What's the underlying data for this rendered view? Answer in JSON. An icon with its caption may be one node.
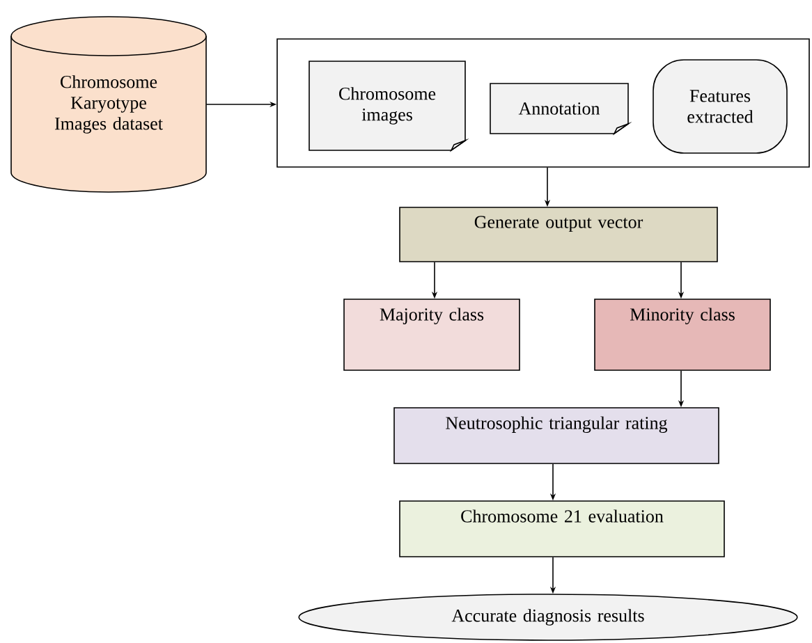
{
  "diagram": {
    "nodes": [
      {
        "text": [
          "Chromosome Karyotype Images dataset"
        ]
      },
      {
        "text": [],
        "shape": "box"
      },
      {
        "text": [
          "Chromosome images"
        ],
        "in": 1
      },
      {
        "text": [
          "Annotation"
        ],
        "in": 1
      },
      {
        "text": [
          "Features extracted"
        ],
        "in": 1
      },
      {
        "text": [
          "Generate output vector"
        ]
      },
      {
        "text": [
          "Majority class"
        ]
      },
      {
        "text": [
          "Minority class"
        ]
      },
      {
        "text": [
          "Neutrosophic triangular rating"
        ]
      },
      {
        "text": [
          "Chromosome 21 evaluation"
        ]
      },
      {
        "text": [
          "Accurate diagnosis results"
        ]
      }
    ],
    "edges": [
      {
        "from": 0,
        "to": 1,
        "arrow": "to"
      },
      {
        "from": 1,
        "to": 5,
        "arrow": "to"
      },
      {
        "from": 5,
        "to": 6,
        "arrow": "to"
      },
      {
        "from": 5,
        "to": 7,
        "arrow": "to"
      },
      {
        "from": 7,
        "to": 8,
        "arrow": "to"
      },
      {
        "from": 8,
        "to": 9,
        "arrow": "to"
      },
      {
        "from": 9,
        "to": 10,
        "arrow": "to"
      }
    ]
  }
}
